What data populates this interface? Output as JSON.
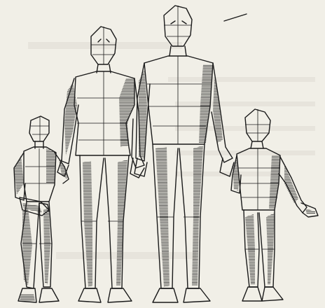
{
  "figures": [
    {
      "name": "small-child",
      "role": "child"
    },
    {
      "name": "woman",
      "role": "adult"
    },
    {
      "name": "man",
      "role": "adult"
    },
    {
      "name": "older-child",
      "role": "child"
    }
  ],
  "colors": {
    "paper": "#f1efe7",
    "ink": "#1a1a1a",
    "hatch": "#2a2a2a"
  }
}
